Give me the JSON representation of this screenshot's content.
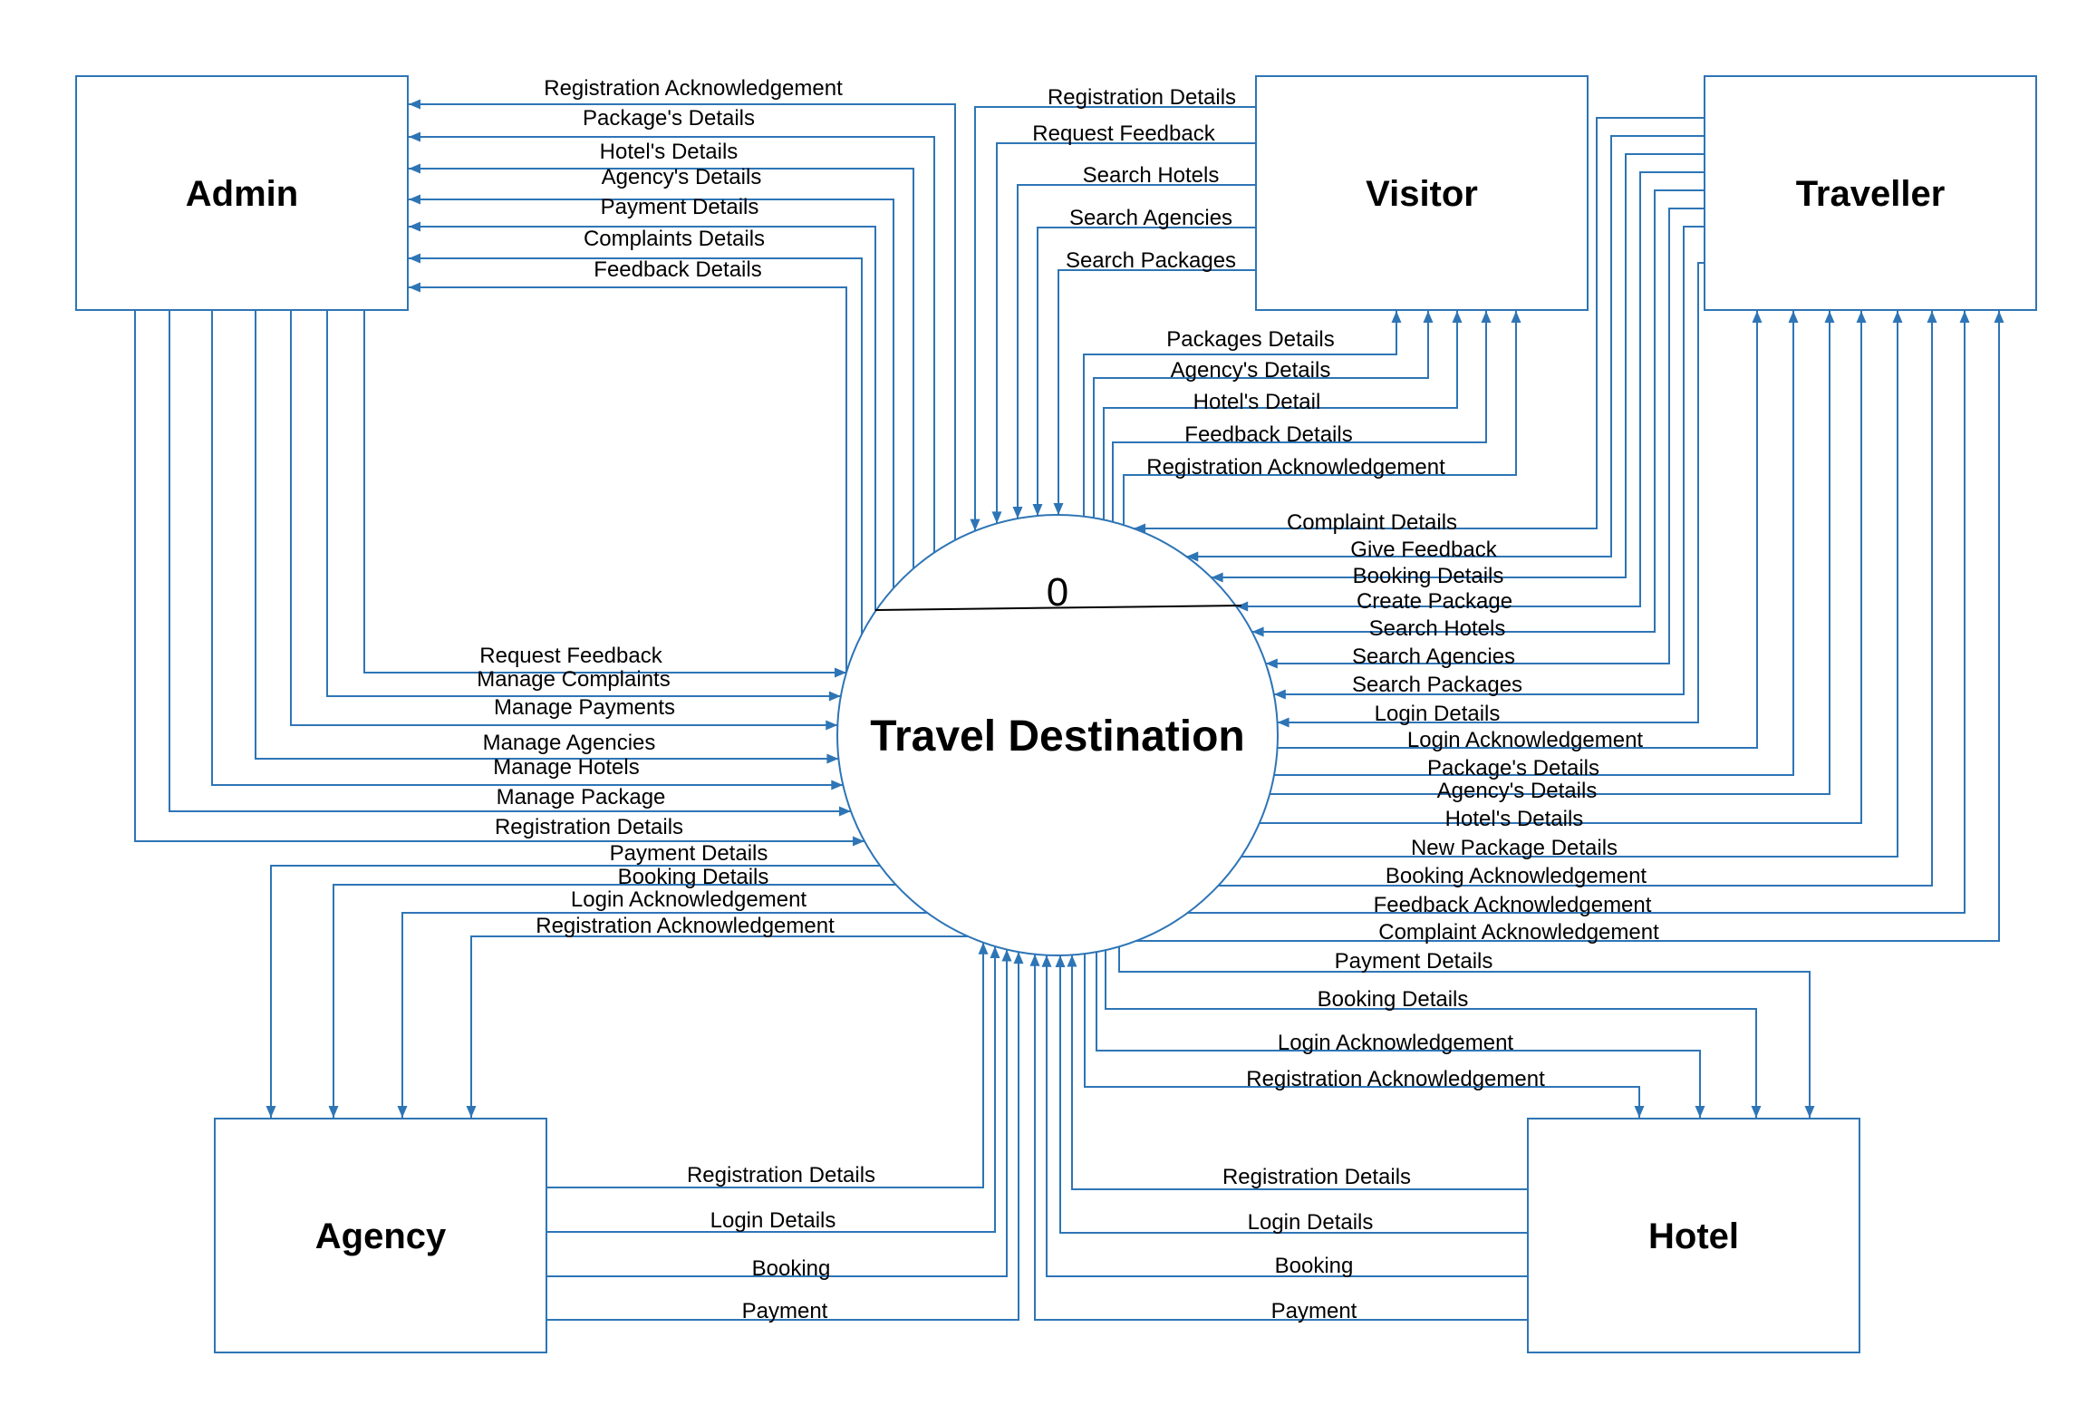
{
  "colors": {
    "line": "#2e75b6",
    "text": "#000000"
  },
  "process": {
    "number": "0",
    "name": "Travel Destination"
  },
  "entities": {
    "admin": "Admin",
    "visitor": "Visitor",
    "traveller": "Traveller",
    "agency": "Agency",
    "hotel": "Hotel"
  },
  "flows": {
    "to_admin": [
      "Registration Acknowledgement",
      "Package's Details",
      "Hotel's Details",
      "Agency's Details",
      "Payment Details",
      "Complaints Details",
      "Feedback Details"
    ],
    "from_admin": [
      "Request Feedback",
      "Manage Complaints",
      "Manage Payments",
      "Manage Agencies",
      "Manage Hotels",
      "Manage Package",
      "Registration Details"
    ],
    "from_visitor": [
      "Registration Details",
      "Request Feedback",
      "Search Hotels",
      "Search Agencies",
      "Search Packages"
    ],
    "to_visitor": [
      "Packages Details",
      "Agency's Details",
      "Hotel's Detail",
      "Feedback Details",
      "Registration Acknowledgement"
    ],
    "from_traveller": [
      "Complaint Details",
      "Give Feedback",
      "Booking Details",
      "Create Package",
      "Search Hotels",
      "Search Agencies",
      "Search Packages",
      "Login Details"
    ],
    "to_traveller": [
      "Login Acknowledgement",
      "Package's Details",
      "Agency's Details",
      "Hotel's Details",
      "New Package Details",
      "Booking Acknowledgement",
      "Feedback Acknowledgement",
      "Complaint Acknowledgement"
    ],
    "to_agency": [
      "Payment Details",
      "Booking Details",
      "Login Acknowledgement",
      "Registration Acknowledgement"
    ],
    "from_agency": [
      "Registration Details",
      "Login Details",
      "Booking",
      "Payment"
    ],
    "to_hotel": [
      "Payment Details",
      "Booking Details",
      "Login Acknowledgement",
      "Registration Acknowledgement"
    ],
    "from_hotel": [
      "Registration Details",
      "Login Details",
      "Booking",
      "Payment"
    ]
  }
}
